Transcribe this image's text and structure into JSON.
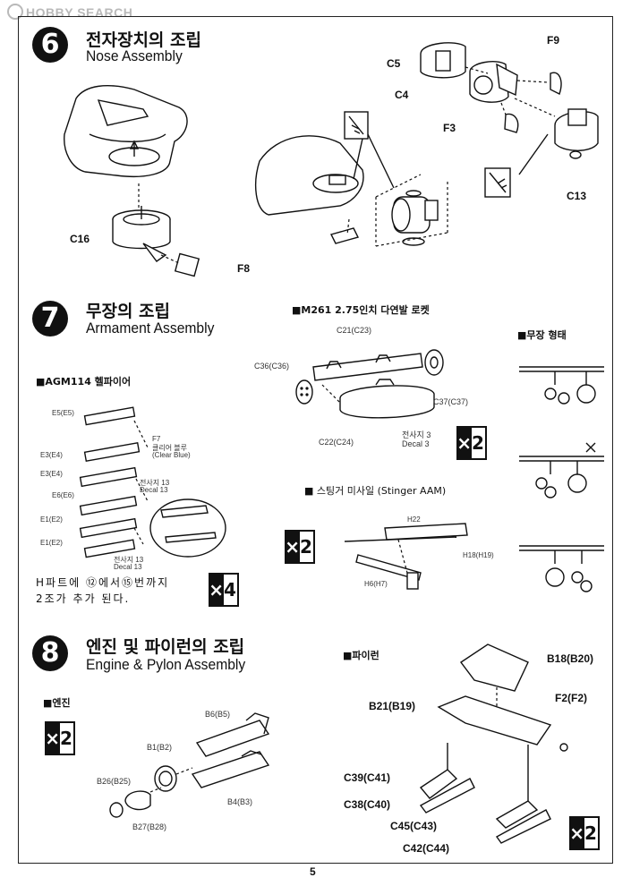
{
  "watermark": "HOBBY SEARCH",
  "page_number": "5",
  "step6": {
    "number": "6",
    "title_ko": "전자장치의 조립",
    "title_en": "Nose Assembly",
    "parts": {
      "c16": "C16",
      "f8": "F8",
      "c5": "C5",
      "c4": "C4",
      "f9": "F9",
      "f3": "F3",
      "c13": "C13"
    }
  },
  "step7": {
    "number": "7",
    "title_ko": "무장의 조립",
    "title_en": "Armament Assembly",
    "agm": {
      "heading": "■AGM114 헬파이어",
      "labels": {
        "e5": "E5(E5)",
        "e3": "E3(E4)",
        "e3b": "E3(E4)",
        "e6": "E6(E6)",
        "e1": "E1(E2)",
        "e1b": "E1(E2)",
        "f7_1": "F7",
        "f7_2": "클리어 블루",
        "f7_3": "(Clear Blue)",
        "decal13a_1": "전사지 13",
        "decal13a_2": "Decal 13",
        "decal13b_1": "전사지 13",
        "decal13b_2": "Decal 13"
      },
      "note_1": "H파트에 ⑫에서⑮번까지",
      "note_2": "2조가 추가 된다.",
      "multiplier": {
        "x": "×",
        "n": "4"
      }
    },
    "rocket": {
      "heading": "■M261 2.75인치 다연발 로켓",
      "labels": {
        "c21": "C21(C23)",
        "c36": "C36(C36)",
        "c37": "C37(C37)",
        "c22": "C22(C24)",
        "decal3_1": "전사지 3",
        "decal3_2": "Decal 3"
      },
      "multiplier": {
        "x": "×",
        "n": "2"
      }
    },
    "stinger": {
      "heading": "■ 스팅거 미사일 (Stinger AAM)",
      "labels": {
        "h22": "H22",
        "h18": "H18(H19)",
        "h6": "H6(H7)"
      },
      "multiplier": {
        "x": "×",
        "n": "2"
      }
    },
    "configs": {
      "heading": "■무장 형태"
    }
  },
  "step8": {
    "number": "8",
    "title_ko": "엔진 및 파이런의 조립",
    "title_en": "Engine & Pylon Assembly",
    "engine": {
      "heading": "■엔진",
      "labels": {
        "b6": "B6(B5)",
        "b1": "B1(B2)",
        "b26": "B26(B25)",
        "b4": "B4(B3)",
        "b27": "B27(B28)"
      },
      "multiplier": {
        "x": "×",
        "n": "2"
      }
    },
    "pylon": {
      "heading": "■파이런",
      "labels": {
        "b18": "B18(B20)",
        "b21": "B21(B19)",
        "f2": "F2(F2)",
        "c39": "C39(C41)",
        "c38": "C38(C40)",
        "c45": "C45(C43)",
        "c42": "C42(C44)"
      },
      "multiplier": {
        "x": "×",
        "n": "2"
      }
    }
  }
}
